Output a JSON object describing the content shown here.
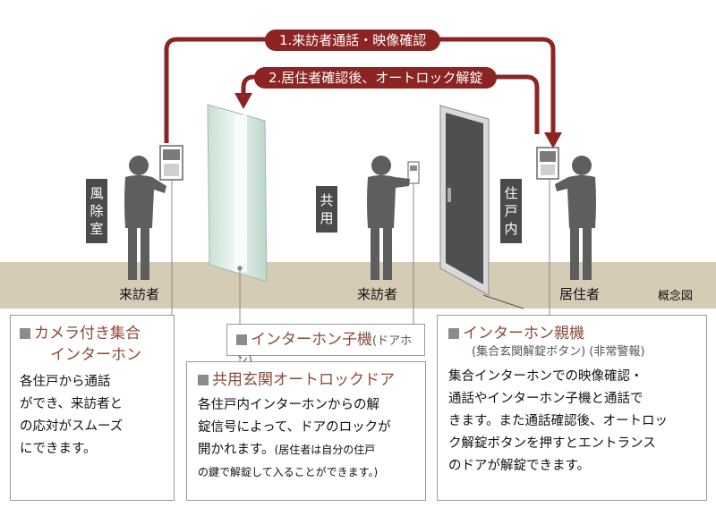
{
  "flows": {
    "step1": "1.来訪者通話・映像確認",
    "step2": "2.居住者確認後、オートロック解錠"
  },
  "areas": {
    "windbreak": "風除室",
    "common": "共用",
    "residence": "住戸内"
  },
  "roles": {
    "visitor_left": "来訪者",
    "visitor_center": "来訪者",
    "resident": "居住者"
  },
  "note": "概念図",
  "boxes": {
    "camera_intercom": {
      "title_line1": "カメラ付き集合",
      "title_line2": "インターホン",
      "lines": [
        "各住戸から通話",
        "ができ、来訪者と",
        "の応対がスムーズ",
        "にできます。"
      ]
    },
    "sub_intercom": {
      "title": "インターホン子機",
      "title_suffix": "(ドアホン)"
    },
    "autolock_door": {
      "title": "共用玄関オートロックドア",
      "lines": [
        "各住戸内インターホンからの解",
        "錠信号によって、ドアのロックが"
      ],
      "line3_main": "開かれます。",
      "line3_small": "(居住者は自分の住戸",
      "line4_small": "の鍵で解錠して入ることができます。)"
    },
    "main_intercom": {
      "title": "インターホン親機",
      "subtitle": "(集合玄関解錠ボタン) (非常警報)",
      "lines": [
        "集合インターホンでの映像確認・",
        "通話やインターホン子機と通話で",
        "きます。また通話確認後、オートロッ",
        "ク解錠ボタンを押すとエントランス",
        "のドアが解錠できます。"
      ]
    }
  },
  "colors": {
    "accent": "#8b2423",
    "figure": "#5e5e5e",
    "floor": "#d6cbb5",
    "title": "#8b4a38"
  }
}
